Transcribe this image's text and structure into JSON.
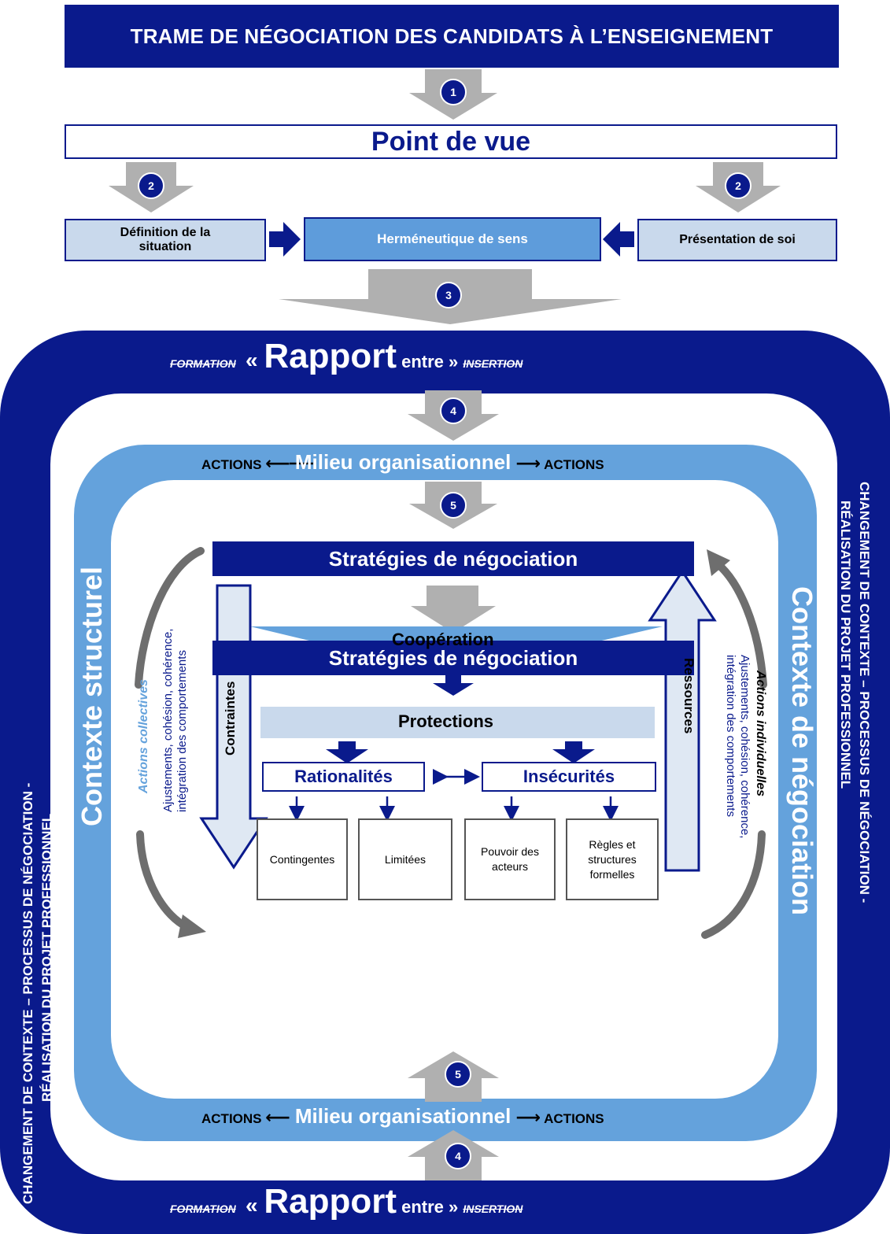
{
  "title": "TRAME DE NÉGOCIATION DES CANDIDATS À L’ENSEIGNEMENT",
  "point_de_vue": "Point de vue",
  "steps": {
    "s1": "1",
    "s2": "2",
    "s3": "3",
    "s4": "4",
    "s5": "5"
  },
  "definition": "Définition de la situation",
  "hermeneutique": "Herméneutique de sens",
  "presentation": "Présentation de soi",
  "rapport": {
    "formation": "FORMATION",
    "open": "« ",
    "word": "Rapport",
    "rest": " entre »",
    "insertion": "INSERTION"
  },
  "milieu": {
    "actions_left": "ACTIONS",
    "label": "Milieu organisationnel",
    "actions_right": "ACTIONS"
  },
  "strategies": "Stratégies de négociation",
  "cooperation": "Coopération",
  "protections": "Protections",
  "rationalites": "Rationalités",
  "insecurites": "Insécurités",
  "leaves": [
    "Contingentes",
    "Limitées",
    "Pouvoir des acteurs",
    "Règles et structures formelles"
  ],
  "contraintes": "Contraintes",
  "ressources": "Ressources",
  "contexte_structurel": "Contexte structurel",
  "contexte_negociation": "Contexte de négociation",
  "actions_collectives": "Actions collectives",
  "actions_individuelles": "Actions individuelles",
  "ajustements_1": "Ajustements, cohésion, cohérence,",
  "ajustements_2": "intégration des comportements",
  "side_left_1": "CHANGEMENT DE CONTEXTE – PROCESSUS DE NÉGOCIATION  -",
  "side_left_2": "RÉALISATION DU PROJET PROFESSIONNEL",
  "side_right_1": "CHANGEMENT DE CONTEXTE – PROCESSUS DE NÉGOCIATION  -",
  "side_right_2": "RÉALISATION DU PROJET PROFESSIONNEL",
  "colors": {
    "navy": "#0a1a8c",
    "mid_blue": "#64a2dc",
    "light_blue": "#c9d9ec",
    "gray_arrow": "#b0b0b0"
  }
}
